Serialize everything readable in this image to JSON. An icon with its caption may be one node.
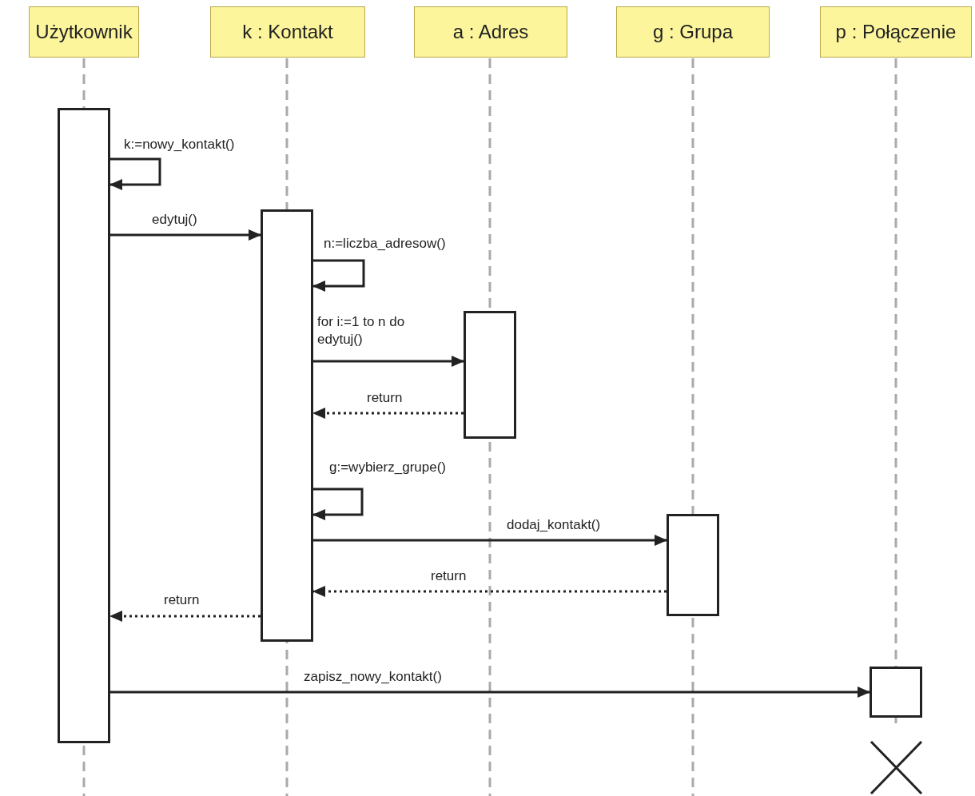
{
  "diagram": {
    "nodes": [
      {
        "text": [
          "Użytkownik"
        ]
      },
      {
        "text": [
          "k : Kontakt"
        ]
      },
      {
        "text": [
          "a : Adres"
        ]
      },
      {
        "text": [
          "g : Grupa"
        ]
      },
      {
        "text": [
          "p : Połączenie"
        ]
      },
      {
        "text": [],
        "shape": "bar"
      },
      {
        "text": [],
        "shape": "bar"
      },
      {
        "text": [],
        "shape": "bar"
      },
      {
        "text": [],
        "shape": "bar"
      },
      {
        "text": [],
        "shape": "bar"
      }
    ],
    "edges": [
      {
        "from": 5,
        "to": 5,
        "arrow": "to",
        "label": "k:=nowy_kontakt()"
      },
      {
        "from": 5,
        "to": 6,
        "arrow": "to",
        "label": "edytuj()"
      },
      {
        "from": 6,
        "to": 6,
        "arrow": "to",
        "label": "n:=liczba_adresow()"
      },
      {
        "from": 6,
        "to": 7,
        "arrow": "to",
        "label": "for i:=1 to n do edytuj()"
      },
      {
        "from": 7,
        "to": 6,
        "arrow": "to",
        "label": "return",
        "style": "dashed"
      },
      {
        "from": 6,
        "to": 6,
        "arrow": "to",
        "label": "g:=wybierz_grupe()"
      },
      {
        "from": 6,
        "to": 8,
        "arrow": "to",
        "label": "dodaj_kontakt()"
      },
      {
        "from": 8,
        "to": 6,
        "arrow": "to",
        "label": "return",
        "style": "dashed"
      },
      {
        "from": 6,
        "to": 5,
        "arrow": "to",
        "label": "return",
        "style": "dashed"
      },
      {
        "from": 5,
        "to": 9,
        "arrow": "to",
        "label": "zapisz_nowy_kontakt()"
      }
    ]
  }
}
